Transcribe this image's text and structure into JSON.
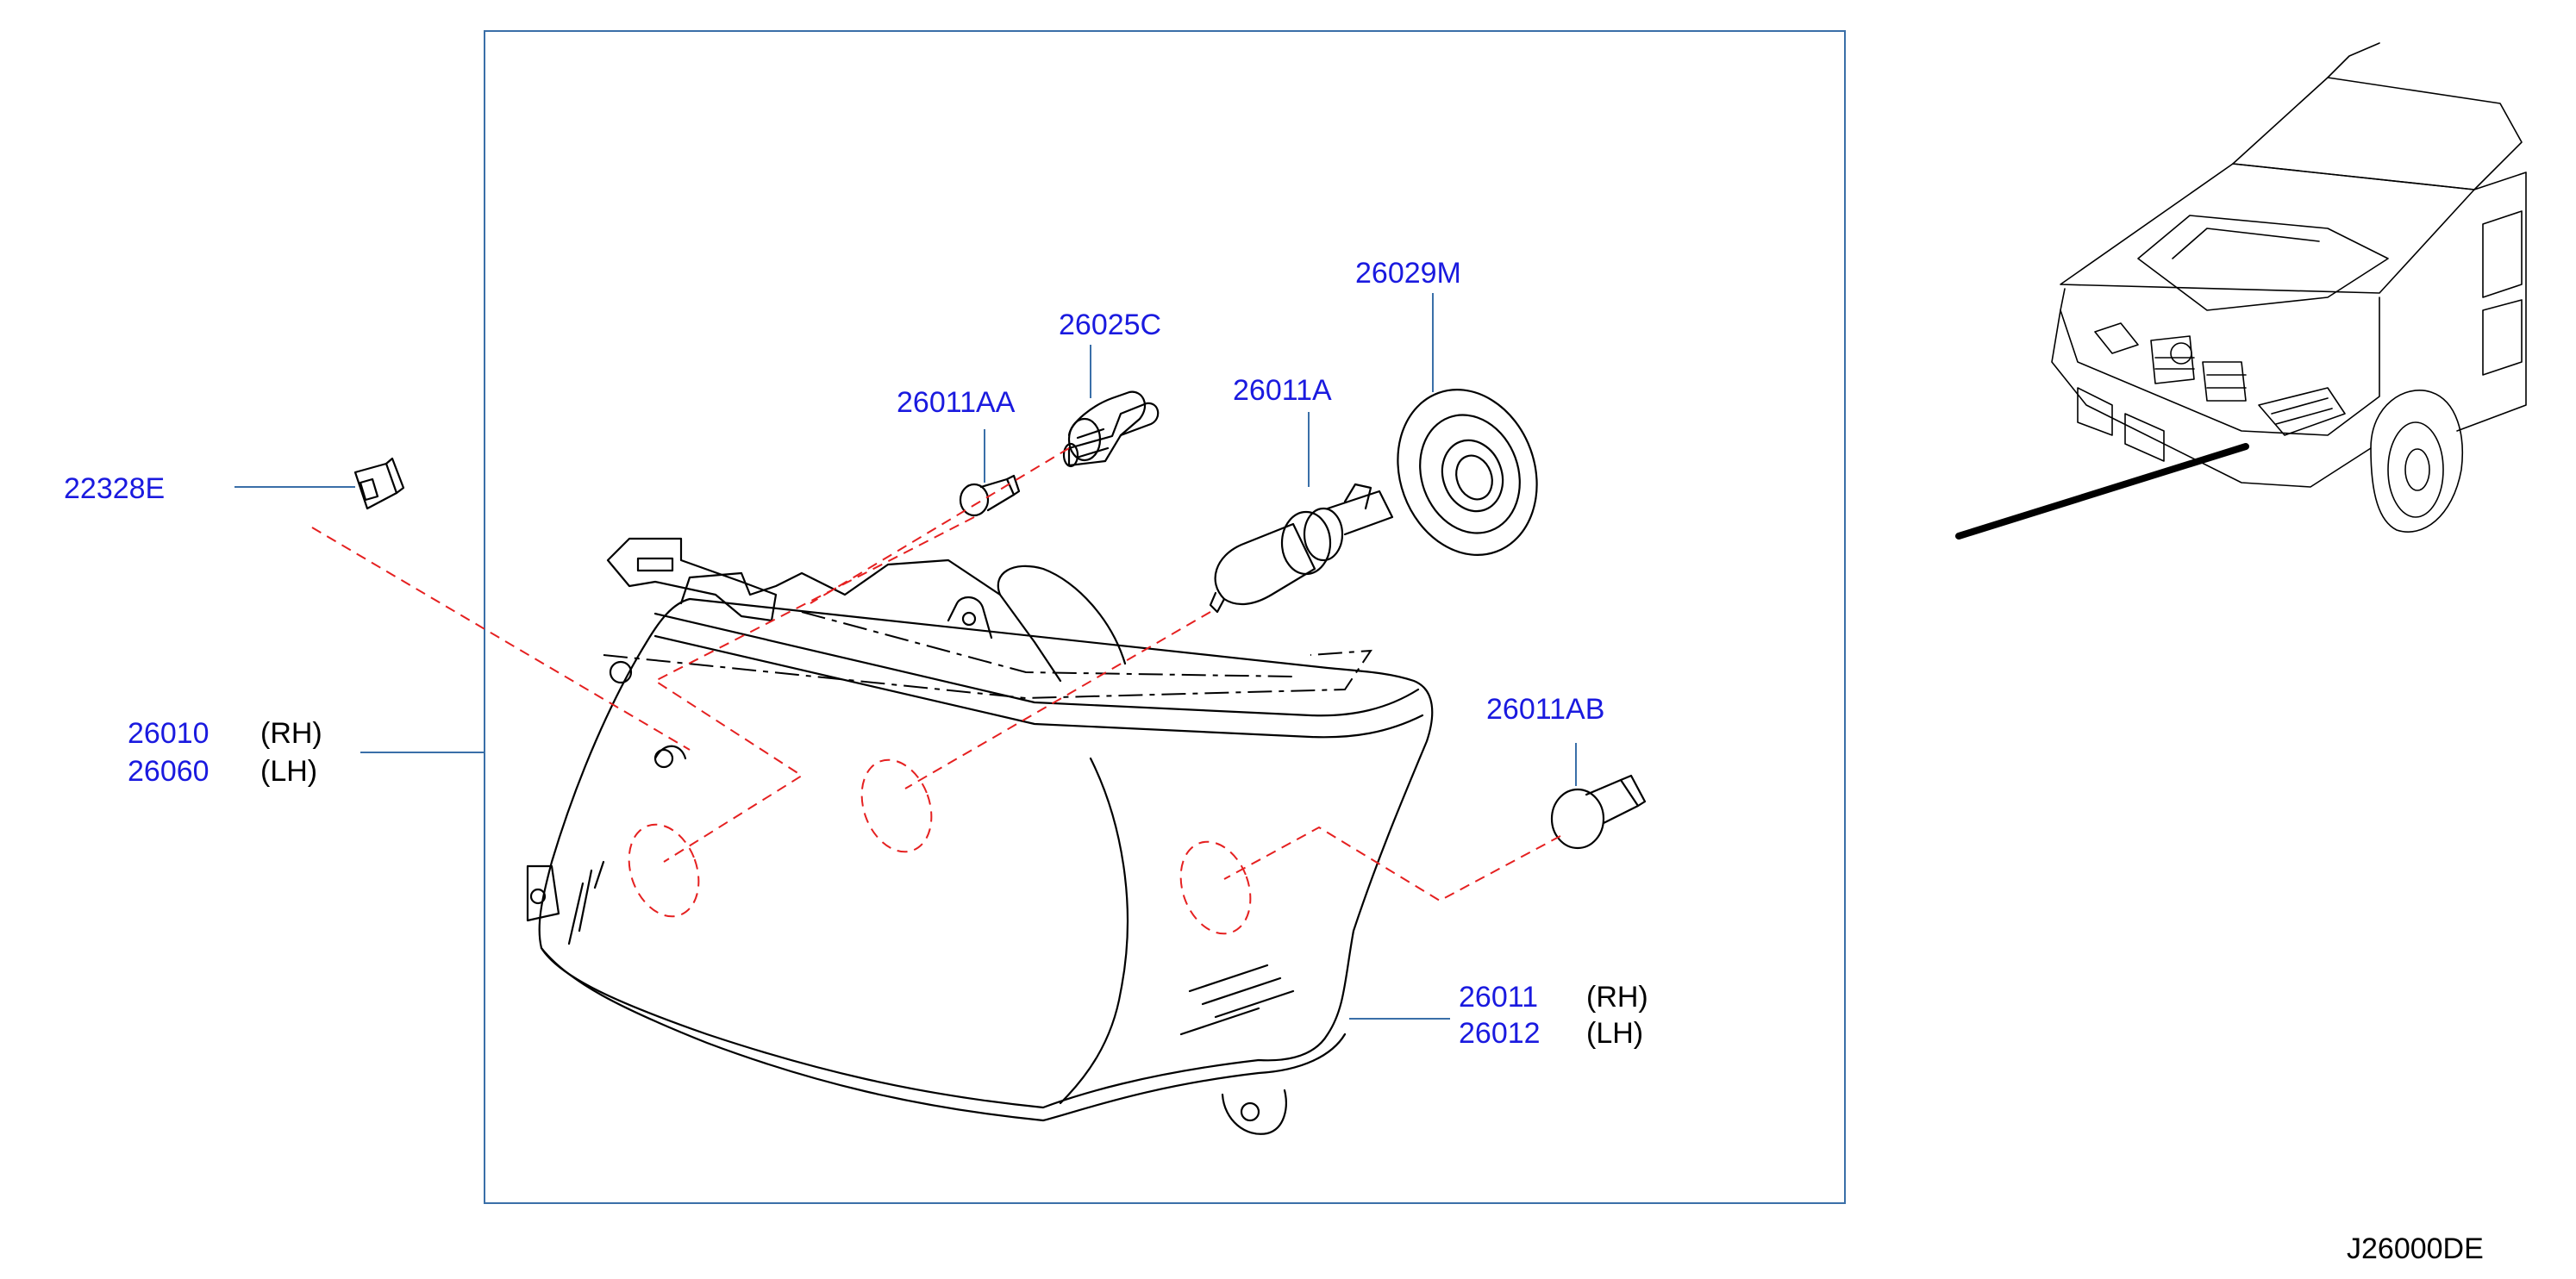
{
  "colors": {
    "label_blue": "#1a1adf",
    "leader_blue": "#3a6fa8",
    "frame_blue": "#3a6fa8",
    "dash_red": "#e52020",
    "line_black": "#000000"
  },
  "parts": {
    "p22328e": "22328E",
    "p26010": "26010",
    "p26060": "26060",
    "p26011aa": "26011AA",
    "p26025c": "26025C",
    "p26011a": "26011A",
    "p26029m": "26029M",
    "p26011ab": "26011AB",
    "p26011": "26011",
    "p26012": "26012"
  },
  "sides": {
    "rh": "(RH)",
    "lh": "(LH)"
  },
  "diagram_code": "J26000DE",
  "icons": [
    "headlamp-assembly-drawing",
    "bulb-icon",
    "socket-icon",
    "dust-cap-icon",
    "clip-icon",
    "vehicle-locator-icon"
  ]
}
